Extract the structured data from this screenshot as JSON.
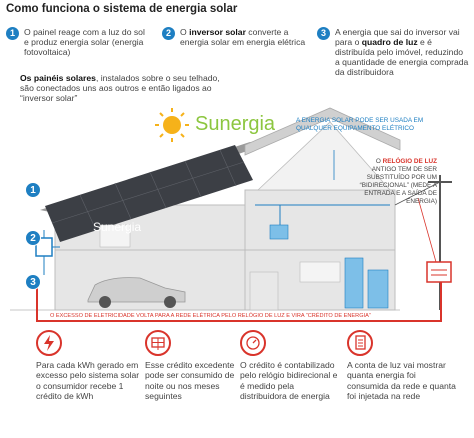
{
  "title": "Como funciona o sistema de energia solar",
  "steps": [
    {
      "number": "1",
      "text": "O painel reage com a luz do sol e produz energia solar (energia fotovoltaica)"
    },
    {
      "number": "2",
      "text_pre": "O ",
      "text_bold": "inversor solar",
      "text_post": " converte a energia solar em energia elétrica"
    },
    {
      "number": "3",
      "text_pre": "A energia que sai do inversor vai para o ",
      "text_bold": "quadro de luz",
      "text_post": " e é distribuída pelo imóvel, reduzindo a quantidade de energia comprada da distribuidora"
    }
  ],
  "panels_note": {
    "bold": "Os painéis solares",
    "rest": ", instalados sobre o seu telhado, são conectados uns aos outros e então ligados ao “inversor solar”"
  },
  "brand": {
    "name": "Sunergia",
    "panel_name": "Sunergia"
  },
  "house_note": "A energia solar pode ser usada em qualquer equipamento elétrico",
  "meter_note": {
    "pre": "O ",
    "bold": "relógio de luz",
    "rest": " antigo tem de ser substituído por um “bidirecional” (mede a entrada e a saída de energia)"
  },
  "excess_banner": "O excesso de eletricidade volta para a rede elétrica pelo relógio de luz e vira “crédito de energia”",
  "bottom": [
    {
      "icon": "lightning-icon",
      "text": "Para cada kWh gerado em excesso pelo sistema solar o consumidor recebe 1 crédito de kWh"
    },
    {
      "icon": "solar-panel-icon",
      "text": "Esse crédito excedente pode ser consumido de noite ou nos meses seguintes"
    },
    {
      "icon": "meter-icon",
      "text": "O crédito é contabilizado pelo relógio bidirecional e é medido pela distribuidora de energia"
    },
    {
      "icon": "bill-icon",
      "text": "A conta de luz vai mostrar quanta energia foi consumida da rede e quanta foi injetada na rede"
    }
  ],
  "diagram_numbers": [
    "1",
    "2",
    "3"
  ],
  "colors": {
    "accent": "#1e7fc2",
    "red": "#d9342b",
    "green": "#8cc63f",
    "sun": "#f6b21a"
  }
}
